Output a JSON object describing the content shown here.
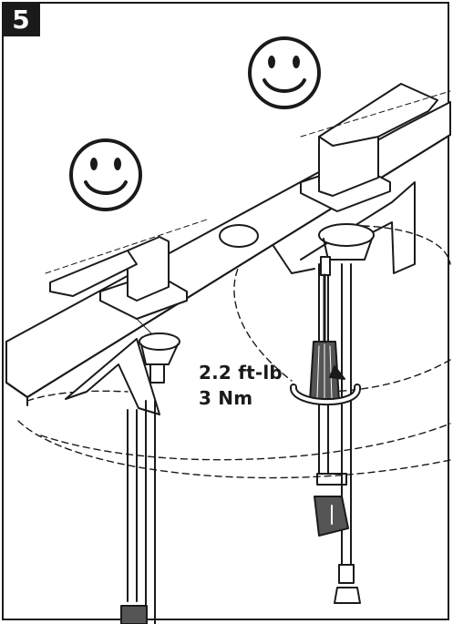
{
  "step": {
    "number": "5"
  },
  "torque": {
    "imperial": "2.2 ft-lb",
    "metric": "3 Nm"
  },
  "icons": [
    "smiley-face-icon",
    "smiley-face-icon"
  ],
  "colors": {
    "line": "#1a1a1a",
    "fill_dark": "#555555",
    "fill_light": "#ffffff"
  }
}
